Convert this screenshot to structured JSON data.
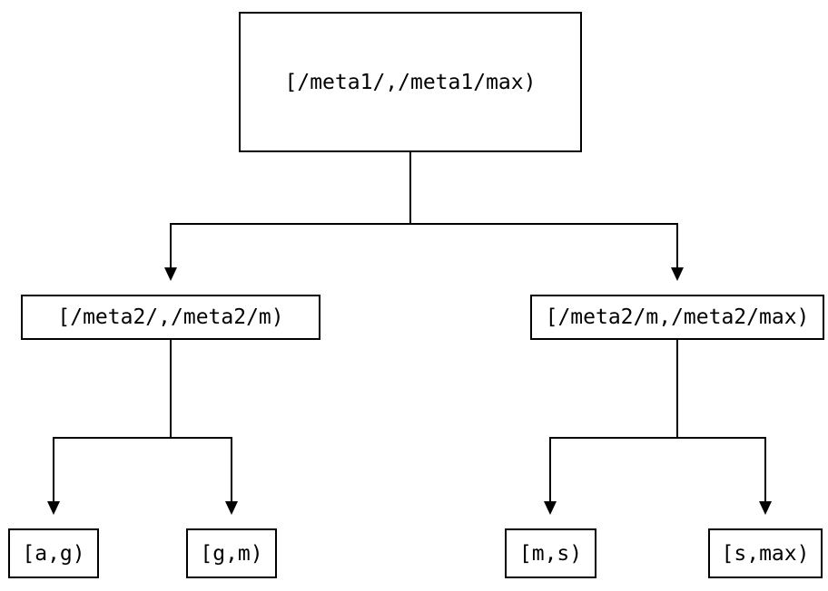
{
  "colors": {
    "background": "#ffffff",
    "line": "#000000",
    "text": "#000000"
  },
  "tree": {
    "root": {
      "label": "[/meta1/,/meta1/max)",
      "children": [
        {
          "label": "[/meta2/,/meta2/m)",
          "children": [
            {
              "label": "[a,g)"
            },
            {
              "label": "[g,m)"
            }
          ]
        },
        {
          "label": "[/meta2/m,/meta2/max)",
          "children": [
            {
              "label": "[m,s)"
            },
            {
              "label": "[s,max)"
            }
          ]
        }
      ]
    }
  }
}
